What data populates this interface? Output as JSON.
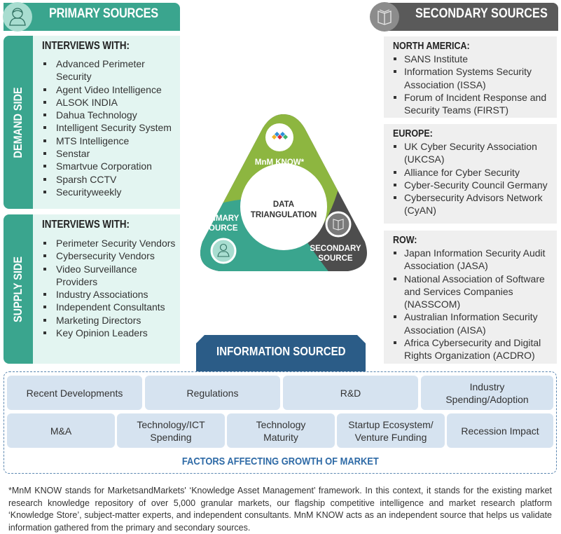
{
  "primary_sources": {
    "title": "PRIMARY SOURCES",
    "icon": "person-icon",
    "demand_side": {
      "label": "DEMAND SIDE",
      "heading": "INTERVIEWS WITH:",
      "items": [
        "Advanced Perimeter Security",
        "Agent Video Intelligence",
        "ALSOK INDIA",
        "Dahua Technology",
        "Intelligent Security System",
        "MTS Intelligence",
        "Senstar",
        "Smartvue Corporation",
        "Sparsh CCTV",
        "Securityweekly"
      ]
    },
    "supply_side": {
      "label": "SUPPLY SIDE",
      "heading": "INTERVIEWS WITH:",
      "items": [
        "Perimeter Security Vendors",
        "Cybersecurity Vendors",
        "Video Surveillance Providers",
        "Industry Associations",
        "Independent Consultants",
        "Marketing Directors",
        "Key Opinion Leaders"
      ]
    }
  },
  "secondary_sources": {
    "title": "SECONDARY SOURCES",
    "icon": "book-icon",
    "regions": [
      {
        "heading": "NORTH AMERICA:",
        "items": [
          "SANS Institute",
          "Information Systems Security Association (ISSA)",
          "Forum of Incident Response and Security Teams (FIRST)"
        ]
      },
      {
        "heading": "EUROPE:",
        "items": [
          "UK Cyber Security Association (UKCSA)",
          "Alliance for Cyber Security",
          "Cyber-Security Council Germany",
          "Cybersecurity Advisors Network (CyAN)"
        ]
      },
      {
        "heading": "ROW:",
        "items": [
          "Japan Information Security Audit Association (JASA)",
          "National Association of Software and Services Companies (NASSCOM)",
          "Australian Information Security Association (AISA)",
          "Africa Cybersecurity and Digital Rights Organization (ACDRO)"
        ]
      }
    ]
  },
  "triangulation": {
    "center_line1": "DATA",
    "center_line2": "TRIANGULATION",
    "top_label": "MnM KNOW*",
    "left_label_line1": "PRIMARY",
    "left_label_line2": "SOURCE",
    "right_label_line1": "SECONDARY",
    "right_label_line2": "SOURCE",
    "colors": {
      "primary": "#3aa58e",
      "mnm": "#8db640",
      "secondary": "#4d4d4d"
    }
  },
  "information_sourced": {
    "title": "INFORMATION SOURCED",
    "factors_row1": [
      "Recent Developments",
      "Regulations",
      "R&D",
      "Industry Spending/Adoption"
    ],
    "factors_row2": [
      "M&A",
      "Technology/ICT Spending",
      "Technology Maturity",
      "Startup Ecosystem/ Venture Funding",
      "Recession Impact"
    ],
    "footer_title": "FACTORS AFFECTING GROWTH OF MARKET"
  },
  "footnote": "*MnM KNOW stands for MarketsandMarkets' ‘Knowledge Asset Management’ framework. In this context, it stands for the existing market research knowledge repository of over 5,000 granular markets, our flagship competitive intelligence and market research platform ‘Knowledge Store’, subject-matter experts, and independent consultants. MnM KNOW acts as an independent source that helps us validate information gathered from the primary and secondary sources."
}
